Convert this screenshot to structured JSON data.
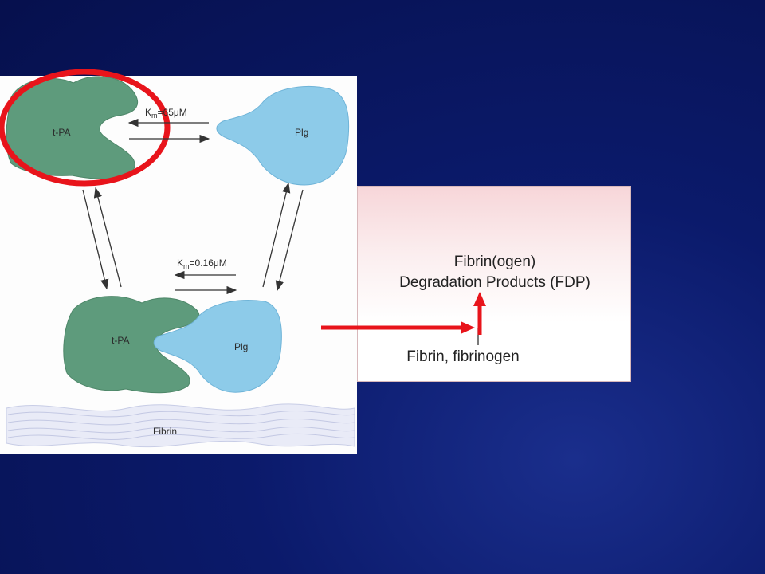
{
  "diagram": {
    "tpa_label": "t-PA",
    "plg_label": "Plg",
    "km_top_prefix": "K",
    "km_top_sub": "m",
    "km_top_value": "=65μM",
    "km_bottom_prefix": "K",
    "km_bottom_sub": "m",
    "km_bottom_value": "=0.16μM",
    "fibrin_label": "Fibrin"
  },
  "products": {
    "line1": "Fibrin(ogen)",
    "line2": "Degradation Products (FDP)",
    "substrate": "Fibrin, fibrinogen"
  },
  "colors": {
    "tpa": "#5e9b7c",
    "plg": "#8dcbe9",
    "highlight": "#e8141b",
    "background": "#0b1a6b"
  }
}
